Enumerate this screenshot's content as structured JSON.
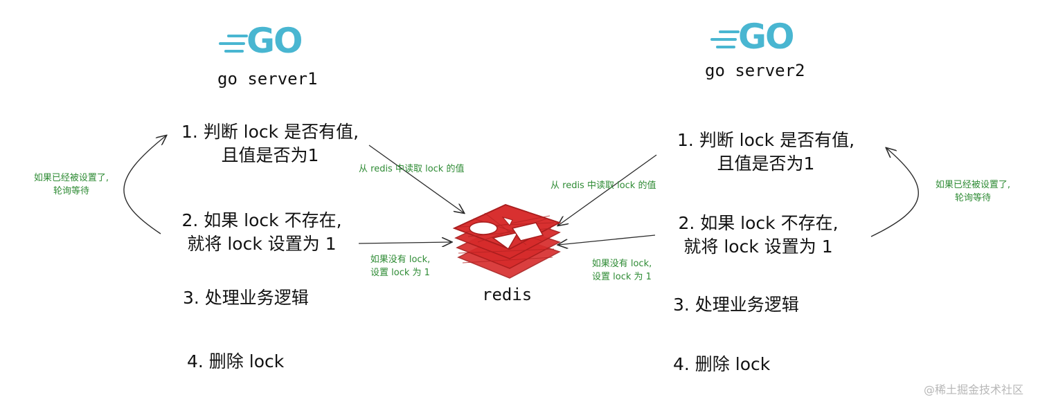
{
  "left_server": {
    "logo": "GO",
    "name": "go server1",
    "steps": {
      "s1_line1": "1. 判断 lock 是否有值,",
      "s1_line2": "且值是否为1",
      "s2_line1": "2. 如果 lock 不存在,",
      "s2_line2": "就将 lock 设置为 1",
      "s3": "3. 处理业务逻辑",
      "s4": "4. 删除 lock"
    },
    "loop_note_line1": "如果已经被设置了,",
    "loop_note_line2": "轮询等待",
    "read_note": "从 redis 中读取 lock 的值",
    "set_note_line1": "如果没有 lock,",
    "set_note_line2": "设置 lock 为 1"
  },
  "right_server": {
    "logo": "GO",
    "name": "go server2",
    "steps": {
      "s1_line1": "1. 判断 lock 是否有值,",
      "s1_line2": "且值是否为1",
      "s2_line1": "2. 如果 lock 不存在,",
      "s2_line2": "就将 lock 设置为 1",
      "s3": "3. 处理业务逻辑",
      "s4": "4. 删除 lock"
    },
    "loop_note_line1": "如果已经被设置了,",
    "loop_note_line2": "轮询等待",
    "read_note": "从 redis 中读取 lock 的值",
    "set_note_line1": "如果没有 lock,",
    "set_note_line2": "设置 lock 为 1"
  },
  "redis": {
    "label": "redis",
    "color": "#d62b2b"
  },
  "colors": {
    "go_logo": "#49b6d1",
    "note_text": "#2e8b34",
    "arrow": "#2b2b2b"
  },
  "watermark": "@稀土掘金技术社区"
}
